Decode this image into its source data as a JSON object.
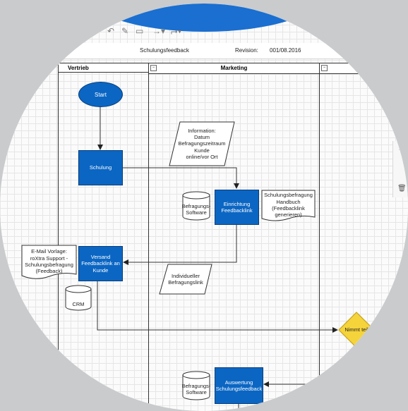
{
  "header": {
    "title": "Schulungsfeedback",
    "revision_label": "Revision:",
    "revision_value": "001/08.2016"
  },
  "lanes": [
    {
      "label": "Vertrieb"
    },
    {
      "label": "Marketing"
    }
  ],
  "shapes": {
    "start": "Start",
    "schulung": "Schulung",
    "info_note": "Information:\nDatum\nBefragungszeitraum\nKunde\nonline/vor Ort",
    "einrichtung": "Einrichtung\nFeedbacklink",
    "db1": "Befragungs-\nSoftware",
    "handbuch": "Schulungsbefragung\nHandbuch\n(Feedbacklink\ngenerieren)",
    "email_vorlage": "E-Mail Vorlage:\nroXtra Support -\nSchulungsbefragung\n(Feedback)",
    "versand": "Versand\nFeedbacklink an\nKunde",
    "individueller": "Individueller\nBefragungslink",
    "crm": "CRM",
    "nimmt_teil": "Nimmt teil",
    "auswertung": "Auswertung\nSchulungsfeedback",
    "db2": "Befragungs-\nSoftware"
  },
  "colors": {
    "process_fill": "#0b66c3",
    "decision_fill": "#f5d33b",
    "accent": "#1a6fd0"
  },
  "icons": [
    "line-tool-icon",
    "rectangle-tool-icon",
    "connector-icon",
    "waypoint-icon",
    "trash-icon"
  ]
}
